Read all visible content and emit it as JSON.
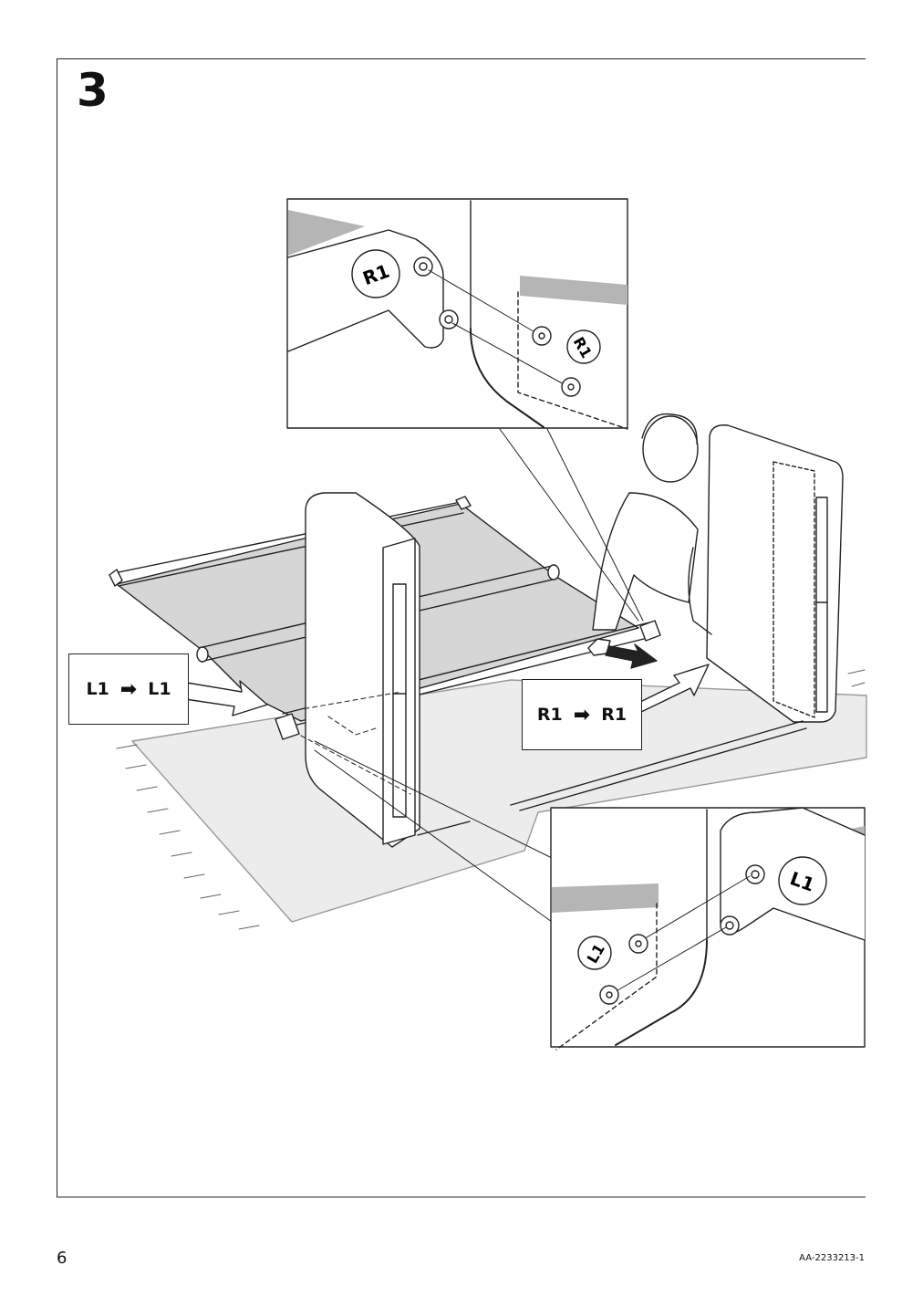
{
  "step": {
    "number": "3"
  },
  "callouts": {
    "left": {
      "from": "L1",
      "to": "L1",
      "arrow_icon": "right-arrow-icon"
    },
    "right": {
      "from": "R1",
      "to": "R1",
      "arrow_icon": "right-arrow-icon"
    }
  },
  "detail_top": {
    "part_label_bracket": "R1",
    "part_label_panel": "R1"
  },
  "detail_bottom": {
    "part_label_bracket": "L1",
    "part_label_panel": "L1"
  },
  "footer": {
    "page_number": "6",
    "document_id": "AA-2233213-1"
  },
  "colors": {
    "line": "#222222",
    "fabric": "#d9d9d9",
    "floor": "#ececec",
    "band": "#b5b5b5"
  }
}
